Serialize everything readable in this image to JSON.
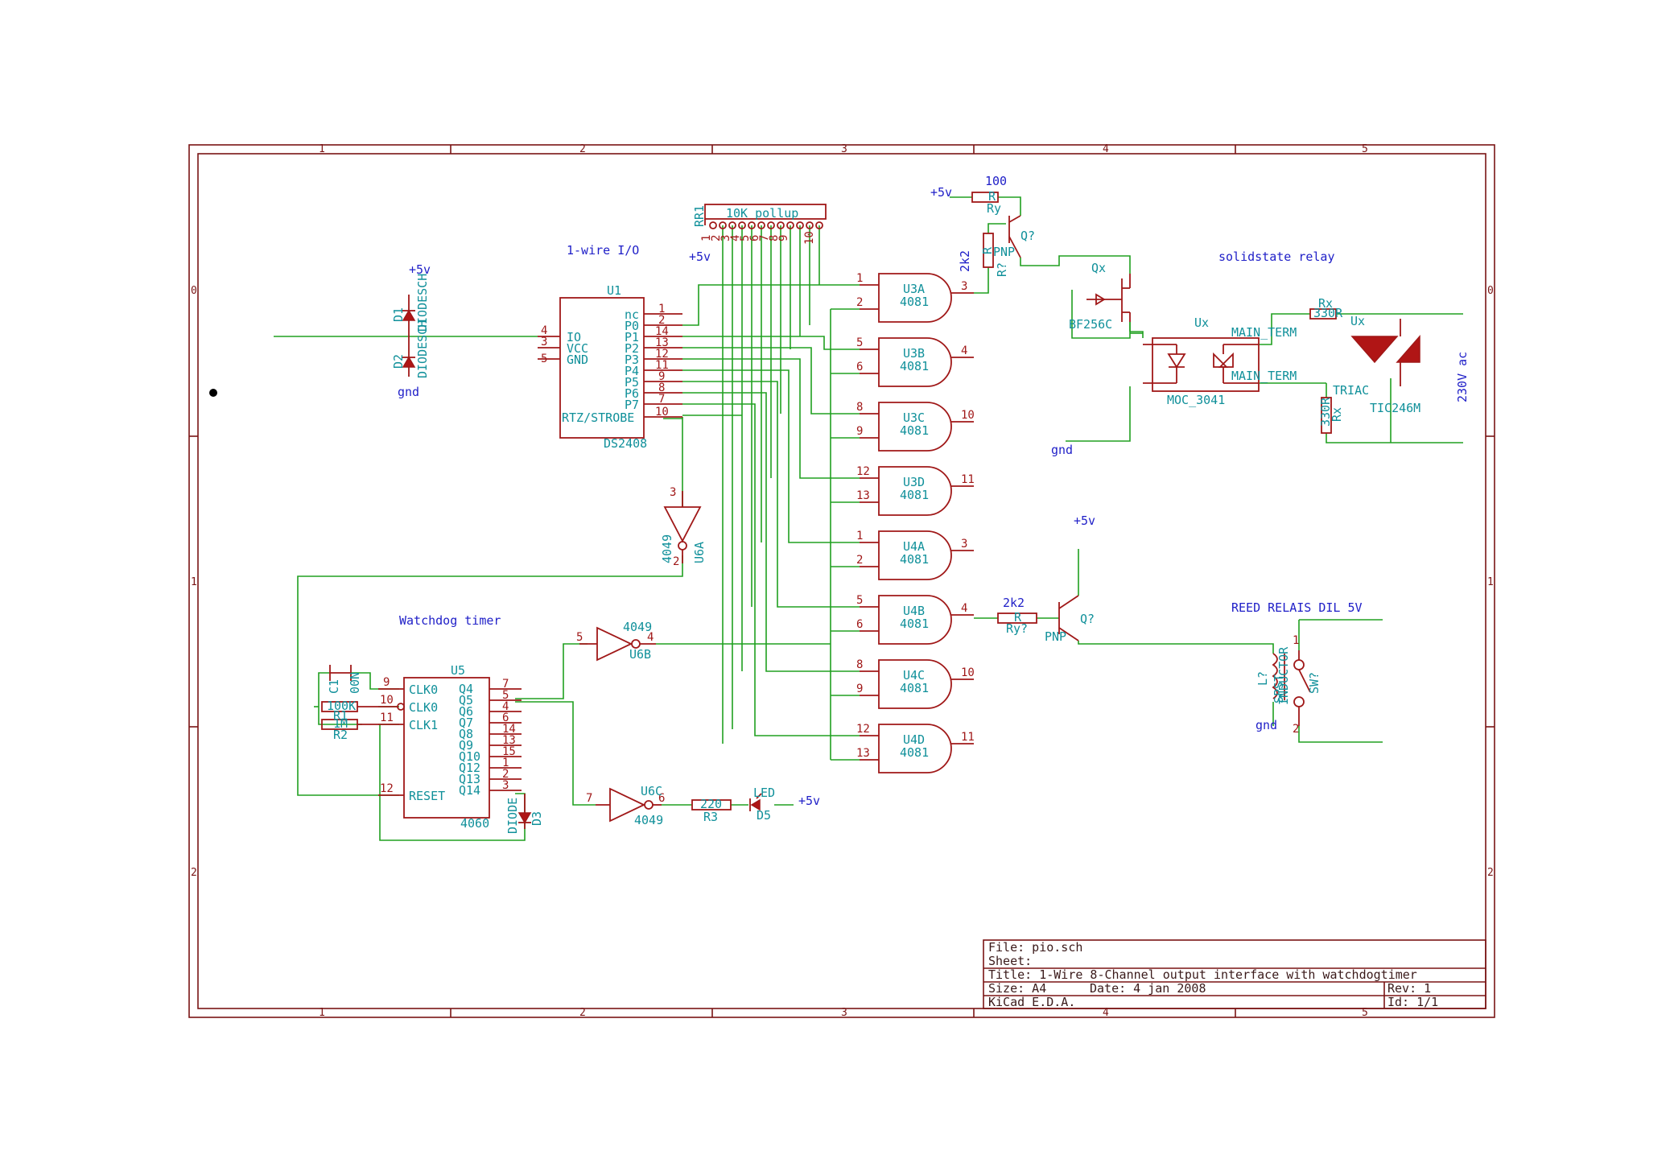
{
  "title_block": {
    "file": "File: pio.sch",
    "sheet": "Sheet:",
    "title": "Title: 1-Wire 8-Channel output interface with watchdogtimer",
    "size": "Size: A4",
    "date": "Date: 4 jan 2008",
    "rev": "Rev: 1",
    "app": "KiCad E.D.A.",
    "id": "Id: 1/1"
  },
  "frame": {
    "cols": [
      "1",
      "2",
      "3",
      "4",
      "5"
    ],
    "rows": [
      "0",
      "1",
      "2"
    ]
  },
  "labels": {
    "onewire_io": "1-wire I/O",
    "watchdog": "Watchdog timer",
    "ssr": "solidstate relay",
    "reed": "REED RELAIS DIL 5V",
    "vac": "230V ac",
    "plus5v": "+5v",
    "gnd": "gnd"
  },
  "u1": {
    "ref": "U1",
    "value": "DS2408",
    "left_pins": [
      "IO",
      "VCC",
      "GND"
    ],
    "left_nums": [
      "4",
      "3",
      "5"
    ],
    "right_pins": [
      "nc",
      "P0",
      "P1",
      "P2",
      "P3",
      "P4",
      "P5",
      "P6",
      "P7",
      "RTZ/STROBE"
    ],
    "right_nums": [
      "1",
      "2",
      "14",
      "13",
      "12",
      "11",
      "9",
      "8",
      "7",
      "10"
    ]
  },
  "rr1": {
    "ref": "RR1",
    "value": "10K pollup",
    "pins": [
      "1",
      "2",
      "3",
      "4",
      "5",
      "6",
      "7",
      "8",
      "9",
      "10"
    ]
  },
  "gates": [
    {
      "ref": "U3A",
      "value": "4081",
      "in1": "1",
      "in2": "2",
      "out": "3"
    },
    {
      "ref": "U3B",
      "value": "4081",
      "in1": "5",
      "in2": "6",
      "out": "4"
    },
    {
      "ref": "U3C",
      "value": "4081",
      "in1": "8",
      "in2": "9",
      "out": "10"
    },
    {
      "ref": "U3D",
      "value": "4081",
      "in1": "12",
      "in2": "13",
      "out": "11"
    },
    {
      "ref": "U4A",
      "value": "4081",
      "in1": "1",
      "in2": "2",
      "out": "3"
    },
    {
      "ref": "U4B",
      "value": "4081",
      "in1": "5",
      "in2": "6",
      "out": "4"
    },
    {
      "ref": "U4C",
      "value": "4081",
      "in1": "8",
      "in2": "9",
      "out": "10"
    },
    {
      "ref": "U4D",
      "value": "4081",
      "in1": "12",
      "in2": "13",
      "out": "11"
    }
  ],
  "u5": {
    "ref": "U5",
    "value": "4060",
    "left_pins": [
      "CLK0",
      "CLK0",
      "CLK1",
      "RESET"
    ],
    "left_nums": [
      "9",
      "10",
      "11",
      "12"
    ],
    "right_pins": [
      "Q4",
      "Q5",
      "Q6",
      "Q7",
      "Q8",
      "Q9",
      "Q10",
      "Q12",
      "Q13",
      "Q14"
    ],
    "right_nums": [
      "7",
      "5",
      "4",
      "6",
      "14",
      "13",
      "15",
      "1",
      "2",
      "3"
    ]
  },
  "inverters": {
    "u6a": {
      "ref": "U6A",
      "value": "4049",
      "in": "3",
      "out": "2"
    },
    "u6b": {
      "ref": "U6B",
      "value": "4049",
      "in": "5",
      "out": "4"
    },
    "u6c": {
      "ref": "U6C",
      "value": "4049",
      "in": "7",
      "out": "6"
    }
  },
  "passives": {
    "c1": {
      "ref": "C1",
      "value": "00N"
    },
    "r1": {
      "ref": "R1",
      "value": "100K"
    },
    "r2": {
      "ref": "R2",
      "value": "1M"
    },
    "r3": {
      "ref": "R3",
      "value": "220"
    },
    "d5": {
      "ref": "D5",
      "value": "LED"
    },
    "d3": {
      "ref": "D3",
      "value": "DIODE"
    },
    "d1": {
      "ref": "D1",
      "value": "DIODESCH"
    },
    "d2": {
      "ref": "D2",
      "value": "DIODESCH"
    },
    "r_top": {
      "ref": "Ry",
      "value": "100",
      "label": "R"
    },
    "r_2k2a": {
      "ref": "R?",
      "value": "2k2",
      "label": "R"
    },
    "r_2k2b": {
      "ref": "Ry?",
      "value": "2k2",
      "label": "R"
    },
    "rx1": {
      "ref": "Rx",
      "value": "330R"
    },
    "rx2": {
      "ref": "Rx",
      "value": "330R"
    }
  },
  "transistors": {
    "q_top": {
      "ref": "Q?",
      "type": "PNP"
    },
    "q_mid": {
      "ref": "Q?",
      "type": "PNP"
    },
    "qx": {
      "ref": "Qx",
      "value": "BF256C"
    }
  },
  "ssr": {
    "opto_ref": "Ux",
    "opto_value": "MOC_3041",
    "main_term1": "MAIN_TERM",
    "main_term2": "MAIN_TERM",
    "triac_ref": "Ux",
    "triac_value": "TIC246M",
    "triac_label": "TRIAC"
  },
  "reed": {
    "coil_ref": "L?",
    "coil_value": "INDUCTOR",
    "sw_ref": "SW?",
    "sw_value": "SPST"
  },
  "colors": {
    "wire": "#20a020",
    "part": "#a01818",
    "frame": "#7a1414",
    "blue_text": "#2020c8",
    "teal_text": "#10909a"
  }
}
